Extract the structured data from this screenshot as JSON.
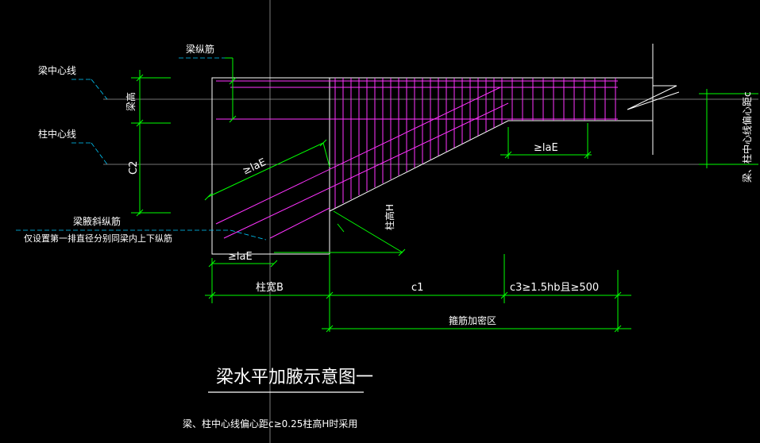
{
  "labels": {
    "beam_centerline": "梁中心线",
    "beam_long_bar": "梁纵筋",
    "beam_height": "梁高",
    "column_centerline": "柱中心线",
    "c2": "C2",
    "haunch_diag_bar": "梁腋斜纵筋",
    "haunch_note": "仅设置第一排直径分别同梁内上下纵筋",
    "lae_1": "≥laE",
    "lae_2": "≥laE",
    "lae_3": "≥laE",
    "column_width": "柱宽B",
    "column_height": "柱高H",
    "c1": "c1",
    "c3": "c3≥1.5hb且≥500",
    "stirrup_zone": "箍筋加密区",
    "offset_c": "梁、柱中心线偏心距c"
  },
  "title": "梁水平加腋示意图一",
  "subtitle": "梁、柱中心线偏心距c≥0.25柱高H时采用",
  "colors": {
    "background": "#000000",
    "outline": "#ffffff",
    "rebar": "#ff33ff",
    "dimension": "#00ff00",
    "leader": "#00ccff",
    "centerline": "#9a9a9a"
  }
}
